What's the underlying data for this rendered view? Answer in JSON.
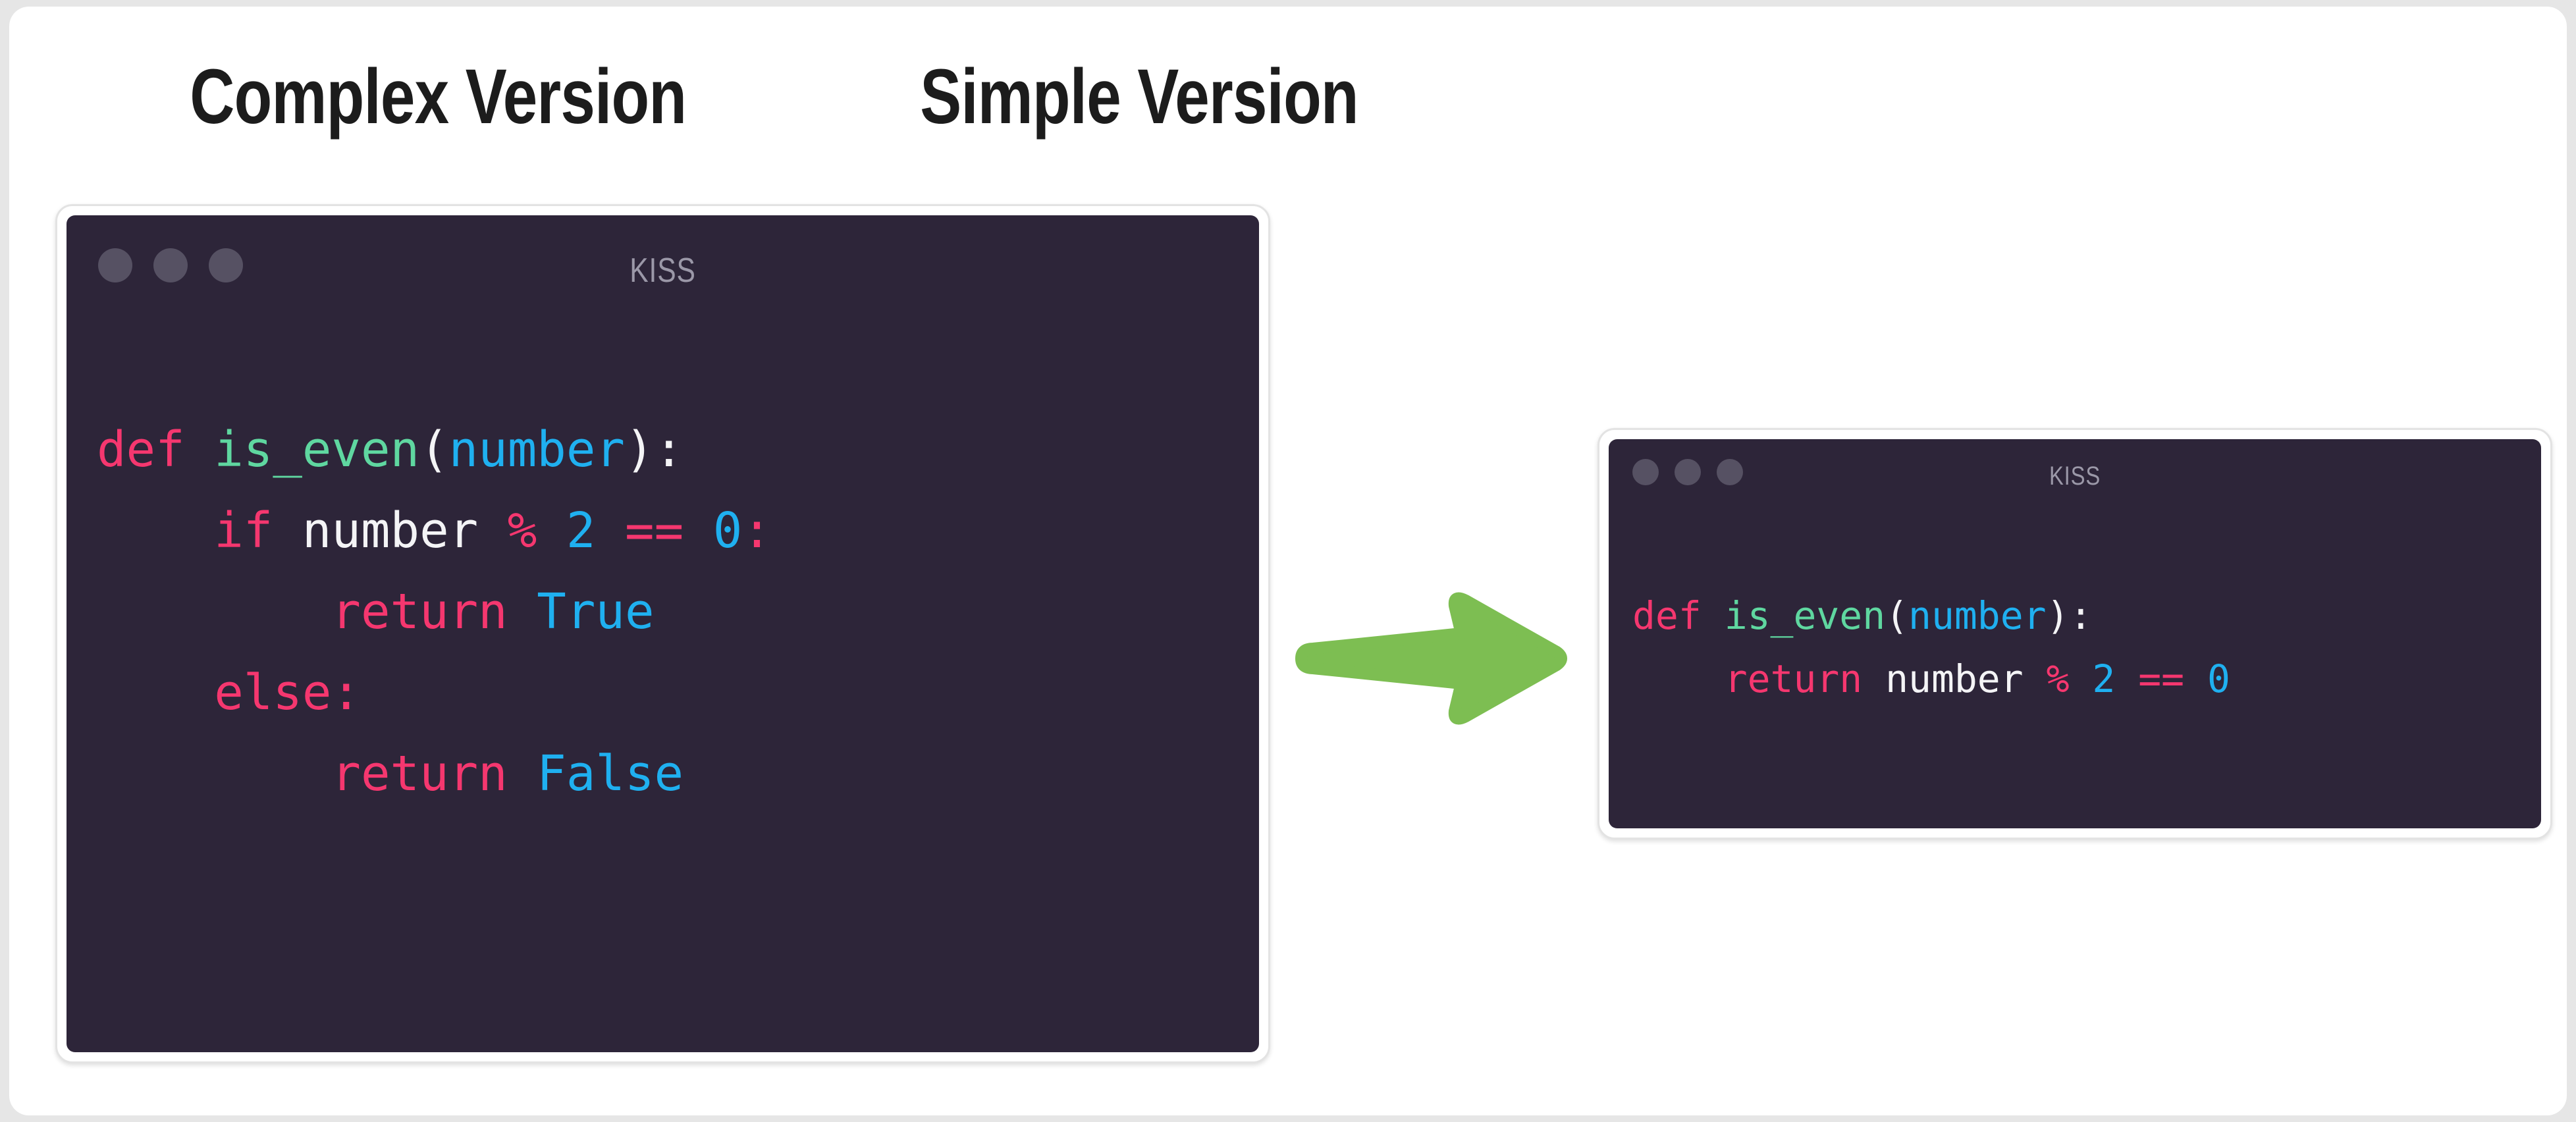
{
  "theme": {
    "page_background": "#e6e6e6",
    "card_background": "#ffffff",
    "title_color": "#1c1c1c",
    "code_background": "#2d2539",
    "window_frame": "#ffffff",
    "window_border": "#e3e3e3",
    "dot_color": "#565163",
    "window_name_color": "#9b98a8",
    "arrow_color": "#7dbe52",
    "syntax": {
      "keyword": "#f5376f",
      "function": "#5fd7a0",
      "variable": "#f4f4f6",
      "number": "#1fb0f0",
      "boolean": "#1fb0f0",
      "operator": "#f5376f",
      "punctuation": "#f4f4f6",
      "argument": "#1fb0f0"
    }
  },
  "panels": {
    "complex": {
      "title": "Complex Version",
      "window": {
        "name": "KISS",
        "dots": [
          "dot-1",
          "dot-2",
          "dot-3"
        ],
        "code_lines": [
          [
            {
              "t": "def",
              "c": "kw"
            },
            {
              "t": " ",
              "c": "punc"
            },
            {
              "t": "is_even",
              "c": "fn"
            },
            {
              "t": "(",
              "c": "punc"
            },
            {
              "t": "number",
              "c": "arg"
            },
            {
              "t": ")",
              "c": "punc"
            },
            {
              "t": ":",
              "c": "punc"
            }
          ],
          [
            {
              "t": "    ",
              "c": "punc"
            },
            {
              "t": "if",
              "c": "kw"
            },
            {
              "t": " ",
              "c": "punc"
            },
            {
              "t": "number",
              "c": "var"
            },
            {
              "t": " ",
              "c": "punc"
            },
            {
              "t": "%",
              "c": "op"
            },
            {
              "t": " ",
              "c": "punc"
            },
            {
              "t": "2",
              "c": "num"
            },
            {
              "t": " ",
              "c": "punc"
            },
            {
              "t": "==",
              "c": "op"
            },
            {
              "t": " ",
              "c": "punc"
            },
            {
              "t": "0",
              "c": "num"
            },
            {
              "t": ":",
              "c": "op"
            }
          ],
          [
            {
              "t": "        ",
              "c": "punc"
            },
            {
              "t": "return",
              "c": "kw"
            },
            {
              "t": " ",
              "c": "punc"
            },
            {
              "t": "True",
              "c": "bool"
            }
          ],
          [
            {
              "t": "    ",
              "c": "punc"
            },
            {
              "t": "else",
              "c": "kw"
            },
            {
              "t": ":",
              "c": "op"
            }
          ],
          [
            {
              "t": "        ",
              "c": "punc"
            },
            {
              "t": "return",
              "c": "kw"
            },
            {
              "t": " ",
              "c": "punc"
            },
            {
              "t": "False",
              "c": "bool"
            }
          ]
        ],
        "code_plain": "def is_even(number):\n    if number % 2 == 0:\n        return True\n    else:\n        return False"
      }
    },
    "simple": {
      "title": "Simple Version",
      "window": {
        "name": "KISS",
        "dots": [
          "dot-1",
          "dot-2",
          "dot-3"
        ],
        "code_lines": [
          [
            {
              "t": "def",
              "c": "kw"
            },
            {
              "t": " ",
              "c": "punc"
            },
            {
              "t": "is_even",
              "c": "fn"
            },
            {
              "t": "(",
              "c": "punc"
            },
            {
              "t": "number",
              "c": "arg"
            },
            {
              "t": ")",
              "c": "punc"
            },
            {
              "t": ":",
              "c": "punc"
            }
          ],
          [
            {
              "t": "    ",
              "c": "punc"
            },
            {
              "t": "return",
              "c": "kw"
            },
            {
              "t": " ",
              "c": "punc"
            },
            {
              "t": "number",
              "c": "var"
            },
            {
              "t": " ",
              "c": "punc"
            },
            {
              "t": "%",
              "c": "op"
            },
            {
              "t": " ",
              "c": "punc"
            },
            {
              "t": "2",
              "c": "num"
            },
            {
              "t": " ",
              "c": "punc"
            },
            {
              "t": "==",
              "c": "op"
            },
            {
              "t": " ",
              "c": "punc"
            },
            {
              "t": "0",
              "c": "num"
            }
          ]
        ],
        "code_plain": "def is_even(number):\n    return number % 2 == 0"
      }
    }
  },
  "arrow": {
    "icon": "arrow-right-icon",
    "direction": "right",
    "color": "#7dbe52"
  }
}
